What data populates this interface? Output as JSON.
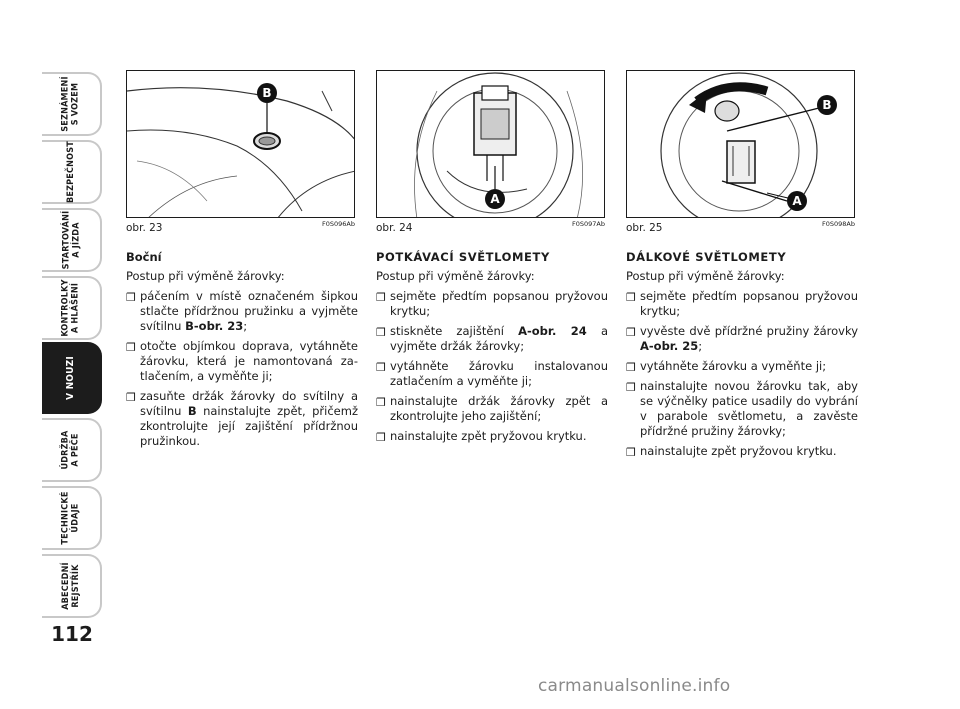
{
  "sidebar": {
    "tabs": [
      {
        "lines": [
          "SEZNÁMENÍ",
          "S VOZEM"
        ],
        "active": false
      },
      {
        "lines": [
          "BEZPEČNOST"
        ],
        "active": false
      },
      {
        "lines": [
          "STARTOVÁNÍ",
          "A JÍZDA"
        ],
        "active": false
      },
      {
        "lines": [
          "KONTROLKY",
          "A HLÁŠENÍ"
        ],
        "active": false
      },
      {
        "lines": [
          "V NOUZI"
        ],
        "active": true
      },
      {
        "lines": [
          "ÚDRŽBA",
          "A PÉČE"
        ],
        "active": false
      },
      {
        "lines": [
          "TECHNICKÉ",
          "ÚDAJE"
        ],
        "active": false
      },
      {
        "lines": [
          "ABECEDNÍ",
          "REJSTŘÍK"
        ],
        "active": false
      }
    ],
    "page_number": "112"
  },
  "figures": [
    {
      "caption": "obr. 23",
      "code": "F0S096Ab",
      "markers": [
        "B"
      ]
    },
    {
      "caption": "obr. 24",
      "code": "F0S097Ab",
      "markers": [
        "A"
      ]
    },
    {
      "caption": "obr. 25",
      "code": "F0S098Ab",
      "markers": [
        "B",
        "A"
      ]
    }
  ],
  "columns": [
    {
      "subheading": "Boční",
      "intro": "Postup při výměně žárovky:",
      "steps": [
        {
          "text": "páčením v místě označeném šipkou stlačte přídržnou pružinku a vyjměte svítilnu ",
          "ref": "B-obr. 23",
          "after": ";"
        },
        {
          "text": "otočte objímkou doprava, vytáhněte žárovku, která je namontovaná za-tlačením, a vyměňte ji;",
          "ref": "",
          "after": ""
        },
        {
          "text": "zasuňte držák žárovky do svítilny a svítilnu ",
          "ref": "B",
          "after": " nainstalujte zpět, přičemž zkontrolujte její zajištění přídržnou pružinkou."
        }
      ]
    },
    {
      "heading": "POTKÁVACÍ SVĚTLOMETY",
      "intro": "Postup při výměně žárovky:",
      "steps": [
        {
          "text": "sejměte předtím popsanou pryžovou krytku;",
          "ref": "",
          "after": ""
        },
        {
          "text": "stiskněte zajištění ",
          "ref": "A-obr. 24",
          "after": " a vyjměte držák žárovky;"
        },
        {
          "text": "vytáhněte žárovku instalovanou zatlačením a vyměňte ji;",
          "ref": "",
          "after": ""
        },
        {
          "text": "nainstalujte držák žárovky zpět a zkontrolujte jeho zajištění;",
          "ref": "",
          "after": ""
        },
        {
          "text": "nainstalujte zpět pryžovou krytku.",
          "ref": "",
          "after": ""
        }
      ]
    },
    {
      "heading": "DÁLKOVÉ SVĚTLOMETY",
      "intro": "Postup při výměně žárovky:",
      "steps": [
        {
          "text": "sejměte předtím popsanou pryžovou krytku;",
          "ref": "",
          "after": ""
        },
        {
          "text": "vyvěste dvě přídržné pružiny žárovky ",
          "ref": "A-obr. 25",
          "after": ";"
        },
        {
          "text": "vytáhněte žárovku a vyměňte ji;",
          "ref": "",
          "after": ""
        },
        {
          "text": "nainstalujte novou žárovku tak, aby se výčnělky patice usadily do vybrání v parabole světlometu, a zavěste přídržné pružiny žárovky;",
          "ref": "",
          "after": ""
        },
        {
          "text": "nainstalujte zpět pryžovou krytku.",
          "ref": "",
          "after": ""
        }
      ]
    }
  ],
  "watermark": "carmanualsonline.info",
  "bullet_glyph": "❒"
}
